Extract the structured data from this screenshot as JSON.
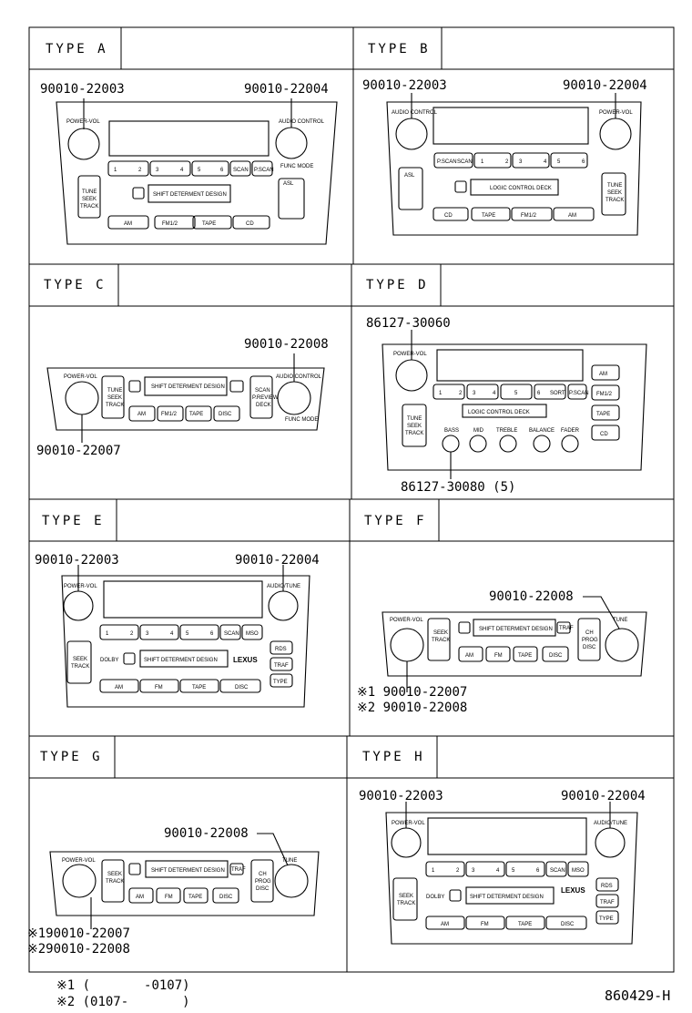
{
  "types": [
    {
      "title": "TYPE  A",
      "parts": [
        "90010-22003",
        "90010-22004"
      ],
      "labels": {
        "left_knob": "POWER-VOL",
        "right_knob": "AUDIO CONTROL",
        "right_sub": "FUNC MODE",
        "presets": [
          "1",
          "2",
          "3",
          "4",
          "5",
          "6"
        ],
        "scan": "SCAN",
        "pscan": "P.SCAN",
        "tune": [
          "TUNE",
          "SEEK",
          "TRACK"
        ],
        "deck": "SHIFT DETERMENT DESIGN",
        "asl": "ASL",
        "bottom": [
          "AM",
          "FM1/2",
          "TAPE",
          "CD"
        ]
      }
    },
    {
      "title": "TYPE  B",
      "parts": [
        "90010-22003",
        "90010-22004"
      ],
      "labels": {
        "left_knob": "AUDIO CONTROL",
        "right_knob": "POWER-VOL",
        "pscan": "P.SCAN",
        "scan": "SCAN",
        "presets": [
          "1",
          "2",
          "3",
          "4",
          "5",
          "6"
        ],
        "asl": "ASL",
        "deck": "LOGIC CONTROL DECK",
        "tune": [
          "TUNE",
          "SEEK",
          "TRACK"
        ],
        "bottom": [
          "CD",
          "TAPE",
          "FM1/2",
          "AM"
        ]
      }
    },
    {
      "title": "TYPE  C",
      "parts": [
        "90010-22008",
        "90010-22007"
      ],
      "labels": {
        "left_knob": "POWER-VOL",
        "right_knob": "AUDIO CONTROL",
        "right_sub": "FUNC MODE",
        "tune": [
          "TUNE",
          "SEEK",
          "TRACK"
        ],
        "deck": "SHIFT DETERMENT DESIGN",
        "scan": [
          "SCAN",
          "P.REVIEW",
          "DECK"
        ],
        "bottom": [
          "AM",
          "FM1/2",
          "TAPE",
          "DISC"
        ]
      }
    },
    {
      "title": "TYPE  D",
      "parts": [
        "86127-30060",
        "86127-30080 (5)"
      ],
      "labels": {
        "left_knob": "POWER-VOL",
        "presets": [
          "1",
          "2",
          "3",
          "4",
          "5",
          "6"
        ],
        "sort": "SORT",
        "pscan": "P.SCAN",
        "deck": "LOGIC CONTROL DECK",
        "tune": [
          "TUNE",
          "SEEK",
          "TRACK"
        ],
        "tones": [
          "BASS",
          "MID",
          "TREBLE",
          "BALANCE",
          "FADER"
        ],
        "right": [
          "AM",
          "FM1/2",
          "TAPE",
          "CD"
        ]
      }
    },
    {
      "title": "TYPE  E",
      "parts": [
        "90010-22003",
        "90010-22004"
      ],
      "labels": {
        "left_knob": "POWER-VOL",
        "right_knob": "AUDIO/TUNE",
        "presets": [
          "1",
          "2",
          "3",
          "4",
          "5",
          "6"
        ],
        "scan": "SCAN",
        "mso": "MSO",
        "seek": [
          "SEEK",
          "TRACK"
        ],
        "dolby": "DOLBY",
        "deck": "SHIFT DETERMENT DESIGN",
        "brand": "LEXUS",
        "side": [
          "RDS",
          "TRAF",
          "TYPE"
        ],
        "bottom": [
          "AM",
          "FM",
          "TAPE",
          "DISC"
        ]
      }
    },
    {
      "title": "TYPE  F",
      "parts": [
        "90010-22008",
        "※1 90010-22007",
        "※2 90010-22008"
      ],
      "labels": {
        "left_knob": "POWER-VOL",
        "right_knob": "TUNE",
        "seek": [
          "SEEK",
          "TRACK"
        ],
        "deck": "SHIFT DETERMENT DESIGN",
        "traf": "TRAF",
        "prog": [
          "CH",
          "PROG",
          "DISC"
        ],
        "bottom": [
          "AM",
          "FM",
          "TAPE",
          "DISC"
        ]
      }
    },
    {
      "title": "TYPE  G",
      "parts": [
        "90010-22008",
        "※190010-22007",
        "※290010-22008"
      ],
      "labels": {
        "left_knob": "POWER-VOL",
        "right_knob": "TUNE",
        "seek": [
          "SEEK",
          "TRACK"
        ],
        "deck": "SHIFT DETERMENT DESIGN",
        "traf": "TRAF",
        "prog": [
          "CH",
          "PROG",
          "DISC"
        ],
        "bottom": [
          "AM",
          "FM",
          "TAPE",
          "DISC"
        ]
      }
    },
    {
      "title": "TYPE  H",
      "parts": [
        "90010-22003",
        "90010-22004"
      ],
      "labels": {
        "left_knob": "POWER-VOL",
        "right_knob": "AUDIO/TUNE",
        "presets": [
          "1",
          "2",
          "3",
          "4",
          "5",
          "6"
        ],
        "scan": "SCAN",
        "mso": "MSO",
        "seek": [
          "SEEK",
          "TRACK"
        ],
        "dolby": "DOLBY",
        "deck": "SHIFT DETERMENT DESIGN",
        "brand": "LEXUS",
        "side": [
          "RDS",
          "TRAF",
          "TYPE"
        ],
        "bottom": [
          "AM",
          "FM",
          "TAPE",
          "DISC"
        ]
      }
    }
  ],
  "footnotes": [
    "※1 (       -0107)",
    "※2 (0107-       )"
  ],
  "drawing_code": "860429-H"
}
